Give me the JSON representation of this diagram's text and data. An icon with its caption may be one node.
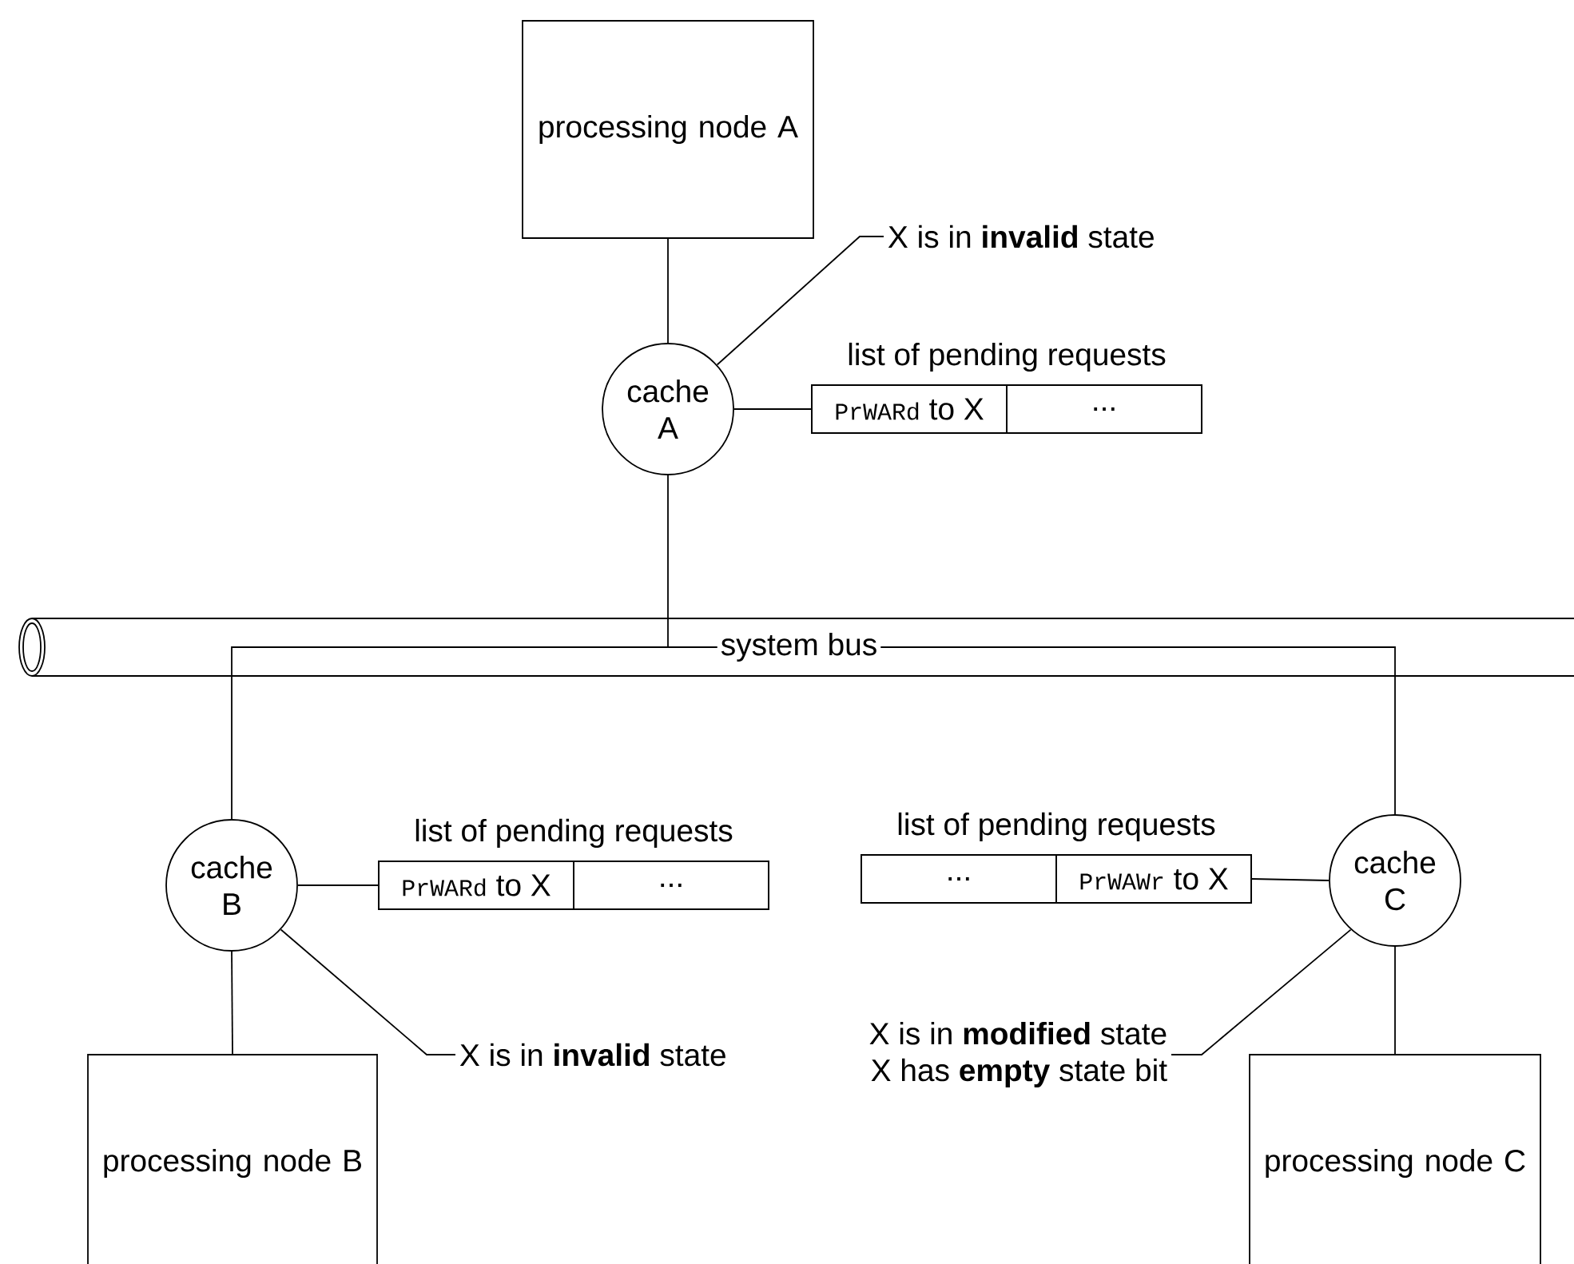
{
  "diagram": {
    "nodes": [
      {
        "text": [
          "processing node A"
        ]
      },
      {
        "text": [
          "cache A"
        ]
      },
      {
        "text": [
          "X is in **invalid** state"
        ]
      },
      {
        "text": [
          "list of pending requests"
        ]
      },
      {
        "text": [
          "PrWARd",
          "to X"
        ],
        "in": 3
      },
      {
        "text": [
          "..."
        ],
        "in": 3
      },
      {
        "text": [
          "system bus"
        ]
      },
      {
        "text": [
          "cache B"
        ]
      },
      {
        "text": [
          "list of pending requests"
        ]
      },
      {
        "text": [
          "PrWARd",
          "to X"
        ],
        "in": 8
      },
      {
        "text": [
          "..."
        ],
        "in": 8
      },
      {
        "text": [
          "X is in **invalid** state"
        ]
      },
      {
        "text": [
          "processing node B"
        ]
      },
      {
        "text": [
          "list of pending requests"
        ]
      },
      {
        "text": [
          "..."
        ],
        "in": 13
      },
      {
        "text": [
          "PrWAWr",
          "to X"
        ],
        "in": 13
      },
      {
        "text": [
          "cache C"
        ]
      },
      {
        "text": [
          "X is in **modified** state",
          "X has **empty** state bit"
        ]
      },
      {
        "text": [
          "processing node C"
        ]
      }
    ],
    "edges": [
      {
        "from": 0,
        "to": 1,
        "arrow": "none"
      },
      {
        "from": 1,
        "to": 2,
        "arrow": "none"
      },
      {
        "from": 1,
        "to": 3,
        "arrow": "none"
      },
      {
        "from": 1,
        "to": 6,
        "arrow": "none"
      },
      {
        "from": 6,
        "to": 7,
        "arrow": "none"
      },
      {
        "from": 6,
        "to": 16,
        "arrow": "none"
      },
      {
        "from": 7,
        "to": 8,
        "arrow": "none"
      },
      {
        "from": 7,
        "to": 11,
        "arrow": "none"
      },
      {
        "from": 7,
        "to": 12,
        "arrow": "none"
      },
      {
        "from": 16,
        "to": 13,
        "arrow": "none"
      },
      {
        "from": 16,
        "to": 17,
        "arrow": "none"
      },
      {
        "from": 16,
        "to": 18,
        "arrow": "none"
      }
    ]
  }
}
